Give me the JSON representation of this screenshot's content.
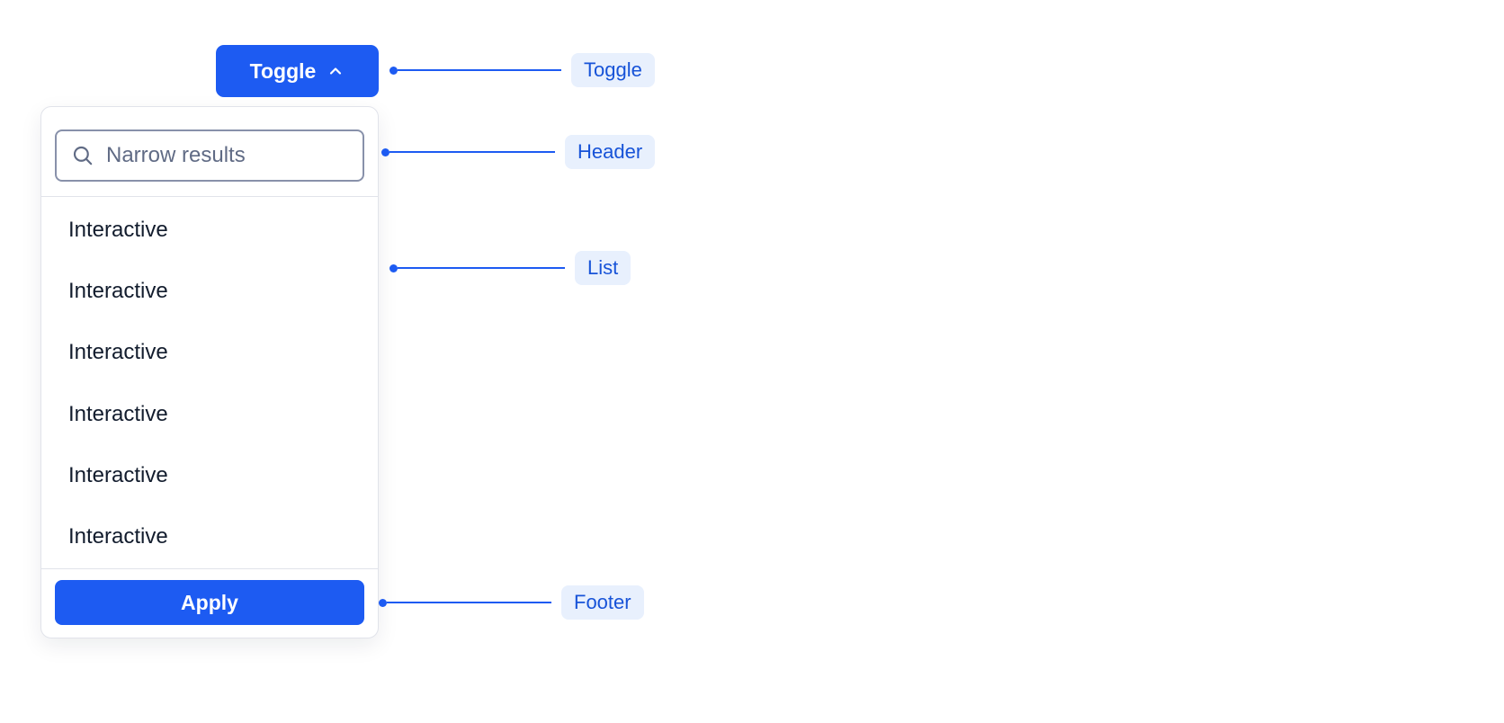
{
  "toggle_button": {
    "label": "Toggle",
    "chevron_icon": "chevron-up-icon"
  },
  "popover": {
    "header": {
      "search_placeholder": "Narrow results",
      "search_icon": "search-icon"
    },
    "list": {
      "items": [
        "Interactive",
        "Interactive",
        "Interactive",
        "Interactive",
        "Interactive",
        "Interactive"
      ]
    },
    "footer": {
      "apply_label": "Apply"
    }
  },
  "annotations": {
    "toggle": "Toggle",
    "header": "Header",
    "list": "List",
    "footer": "Footer"
  },
  "colors": {
    "primary_blue": "#1d5bf2",
    "annotation_bg": "#e8f0fd",
    "annotation_text": "#1753d8",
    "panel_border": "#e1e3ea",
    "input_border": "#8891aa",
    "placeholder_text": "#606b85",
    "item_text": "#121c2d"
  }
}
